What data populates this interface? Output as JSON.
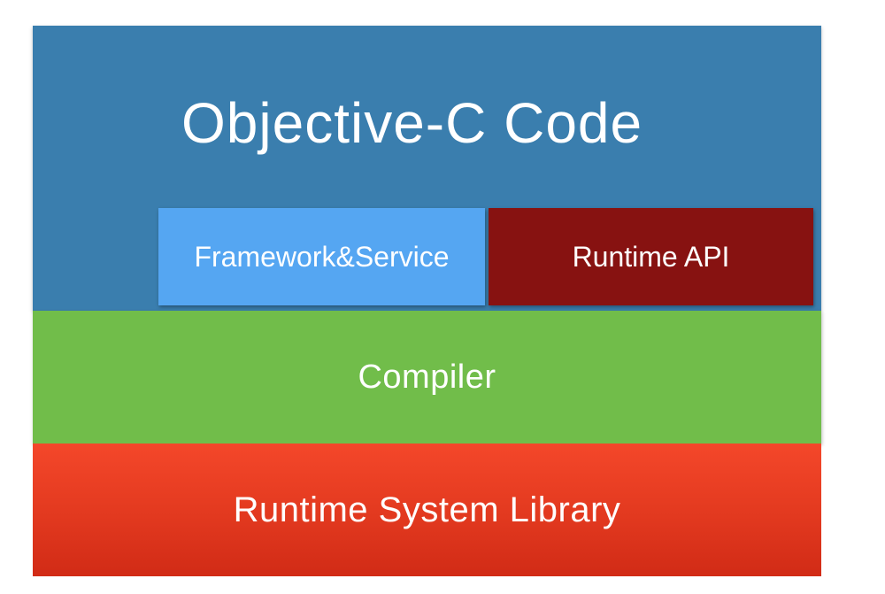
{
  "diagram": {
    "top_layer": {
      "title": "Objective-C Code",
      "color": "#3a7eae",
      "boxes": [
        {
          "label": "Framework&Service",
          "color": "#55a6f2"
        },
        {
          "label": "Runtime API",
          "color": "#871211"
        }
      ]
    },
    "middle_layer": {
      "label": "Compiler",
      "color": "#71bd4a"
    },
    "bottom_layer": {
      "label": "Runtime System Library",
      "color": "#e2391f"
    }
  }
}
